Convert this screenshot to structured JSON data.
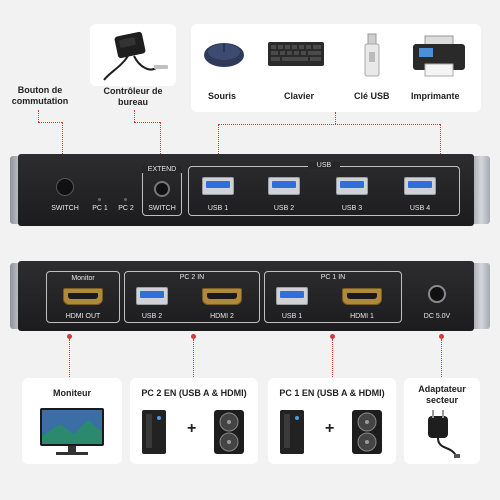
{
  "top_labels": {
    "switch_button": "Bouton de commutation",
    "desk_controller": "Contrôleur de bureau"
  },
  "top_devices": [
    {
      "label": "Souris",
      "icon": "mouse-icon"
    },
    {
      "label": "Clavier",
      "icon": "keyboard-icon"
    },
    {
      "label": "Clé USB",
      "icon": "usb-stick-icon"
    },
    {
      "label": "Imprimante",
      "icon": "printer-icon"
    }
  ],
  "front_panel": {
    "switch_label": "SWITCH",
    "pc1": "PC 1",
    "pc2": "PC 2",
    "extend_title": "EXTEND",
    "extend_switch": "SWITCH",
    "usb_title": "USB",
    "usb_ports": [
      "USB 1",
      "USB 2",
      "USB 3",
      "USB 4"
    ]
  },
  "back_panel": {
    "monitor_title": "Monitor",
    "hdmi_out": "HDMI OUT",
    "pc2_title": "PC 2 IN",
    "pc2_usb": "USB 2",
    "pc2_hdmi": "HDMI 2",
    "pc1_title": "PC 1 IN",
    "pc1_usb": "USB 1",
    "pc1_hdmi": "HDMI 1",
    "dc": "DC 5.0V"
  },
  "bottom_cards": {
    "monitor": "Moniteur",
    "pc2": "PC 2 EN (USB A & HDMI)",
    "pc1": "PC 1 EN (USB A & HDMI)",
    "adapter": "Adaptateur secteur"
  },
  "plus": "+",
  "colors": {
    "accent_red": "#d23a3a",
    "usb_blue": "#2e6fd8",
    "hdmi_gold": "#b08a3a"
  }
}
